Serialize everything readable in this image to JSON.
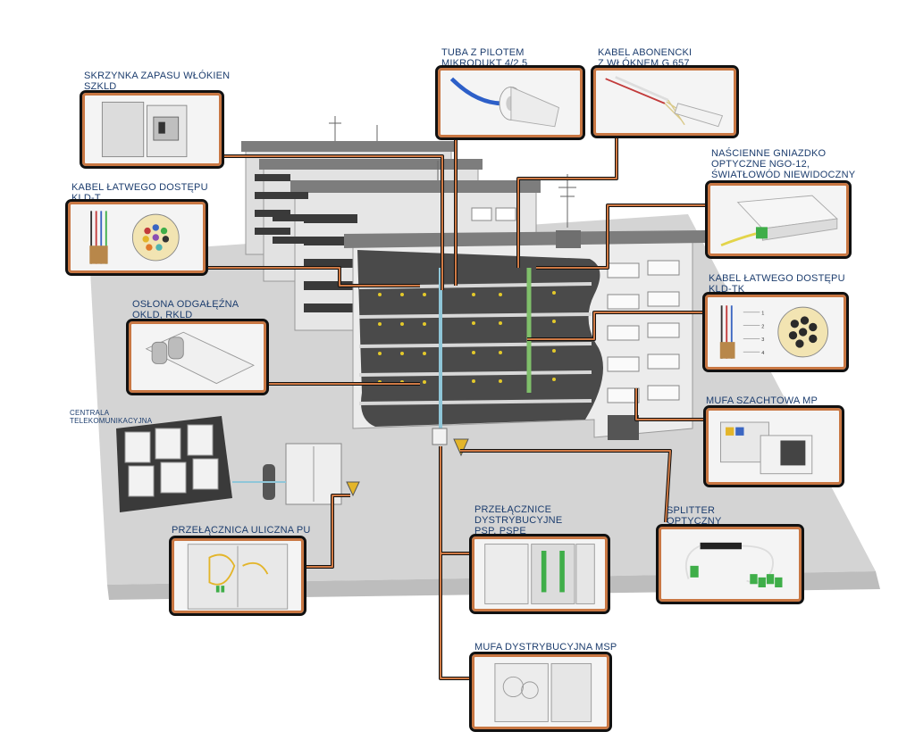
{
  "callouts": [
    {
      "id": "szkld",
      "label": "SKRZYNKA ZAPASU WŁÓKIEN\nSZKLD",
      "icon": "fiber-reserve-box-icon"
    },
    {
      "id": "tuba",
      "label": "TUBA Z PILOTEM\nMIKRODUKT 4/2,5",
      "icon": "microduct-tube-icon"
    },
    {
      "id": "kabel-abonencki",
      "label": "KABEL ABONENCKI\nZ WŁÓKNEM G.657",
      "icon": "subscriber-cable-icon"
    },
    {
      "id": "gniazdko",
      "label": "NAŚCIENNE GNIAZDKO\nOPTYCZNE NGO-12,\nŚWIATŁOWÓD NIEWIDOCZNY",
      "icon": "wall-socket-icon"
    },
    {
      "id": "kld-t",
      "label": "KABEL ŁATWEGO DOSTĘPU\nKLD-T",
      "icon": "cable-cross-section-icon"
    },
    {
      "id": "kld-tk",
      "label": "KABEL ŁATWEGO DOSTĘPU\nKLD-TK",
      "icon": "cable-cross-section-icon"
    },
    {
      "id": "oslona",
      "label": "OSŁONA ODGAŁĘŹNA\nOKLD, RKLD",
      "icon": "branch-sleeve-icon"
    },
    {
      "id": "centrala",
      "label": "CENTRALA\nTELEKOMUNIKACYJNA",
      "icon": "exchange-building-icon"
    },
    {
      "id": "mufa-mp",
      "label": "MUFA SZACHTOWA MP",
      "icon": "shaft-closure-icon"
    },
    {
      "id": "splitter",
      "label": "SPLITTER\nOPTYCZNY",
      "icon": "optical-splitter-icon"
    },
    {
      "id": "psp",
      "label": "PRZEŁĄCZNICE\nDYSTRYBUCYJNE\nPSP, PSPE",
      "icon": "distribution-frame-icon"
    },
    {
      "id": "pu",
      "label": "PRZEŁĄCZNICA ULICZNA PU",
      "icon": "street-cabinet-icon"
    },
    {
      "id": "msp",
      "label": "MUFA DYSTRYBUCYJNA MSP",
      "icon": "distribution-closure-icon"
    }
  ],
  "cable_legend": [
    "1",
    "2",
    "3",
    "4"
  ],
  "colors": {
    "label": "#1c3d6e",
    "frame_orange": "#c97743",
    "frame_black": "#111111",
    "cable_orange": "#d07a45",
    "riser_blue": "#8fc6d8",
    "riser_green": "#7fbf6a",
    "roof": "#7d7d7d",
    "wall": "#e6e6e6",
    "ground": "#c9c9c9"
  }
}
